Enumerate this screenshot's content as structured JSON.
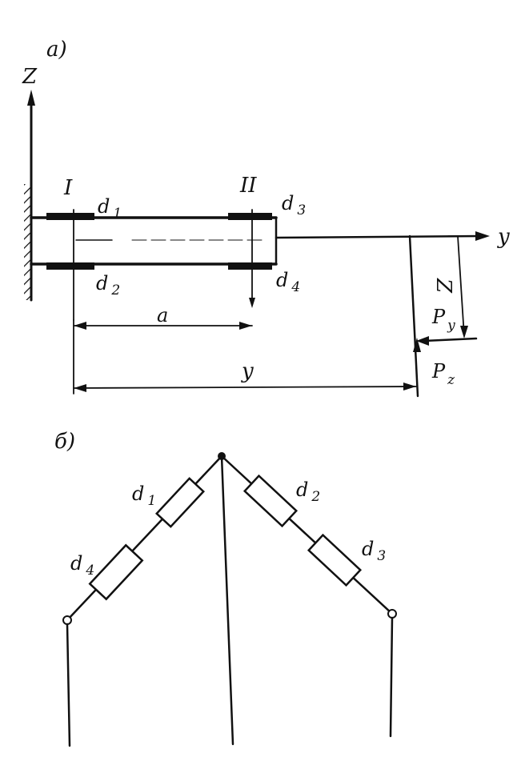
{
  "figure_a": {
    "panel_label": "a)",
    "z_axis": "Z",
    "y_axis": "y",
    "section_1": "I",
    "section_2": "II",
    "gauge_d1": {
      "main": "d",
      "sub": "1"
    },
    "gauge_d2": {
      "main": "d",
      "sub": "2"
    },
    "gauge_d3": {
      "main": "d",
      "sub": "3"
    },
    "gauge_d4": {
      "main": "d",
      "sub": "4"
    },
    "dim_a": "a",
    "dim_y": "y",
    "dim_z": "Z",
    "force_py": {
      "main": "P",
      "sub": "y"
    },
    "force_pz": {
      "main": "P",
      "sub": "z"
    }
  },
  "figure_b": {
    "panel_label": "б)",
    "res_d1": {
      "main": "d",
      "sub": "1"
    },
    "res_d2": {
      "main": "d",
      "sub": "2"
    },
    "res_d3": {
      "main": "d",
      "sub": "3"
    },
    "res_d4": {
      "main": "d",
      "sub": "4"
    }
  }
}
